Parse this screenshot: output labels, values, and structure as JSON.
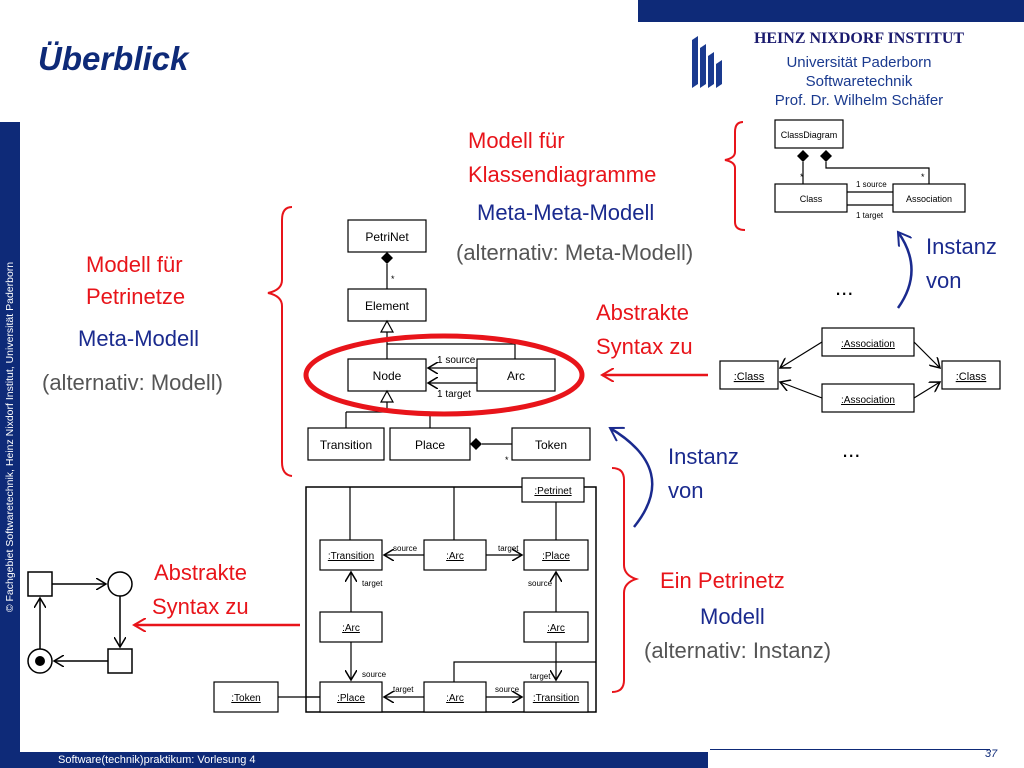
{
  "header": {
    "title": "Überblick",
    "institute": "HEINZ NIXDORF INSTITUT",
    "university": "Universität Paderborn",
    "department": "Softwaretechnik",
    "professor": "Prof. Dr. Wilhelm Schäfer"
  },
  "sidebar": {
    "copyright": "© Fachgebiet Softwaretechnik, Heinz Nixdorf Institut, Universität Paderborn"
  },
  "footer": {
    "course": "Software(technik)praktikum: Vorlesung 4",
    "page": "37"
  },
  "annotations": {
    "classdiagram_model_l1": "Modell für",
    "classdiagram_model_l2": "Klassendiagramme",
    "meta_meta_model": "Meta-Meta-Modell",
    "alt_meta_model": "(alternativ: Meta-Modell)",
    "petrinet_model_l1": "Modell für",
    "petrinet_model_l2": "Petrinetze",
    "meta_model": "Meta-Modell",
    "alt_model": "(alternativ: Modell)",
    "abstract_syntax_1_l1": "Abstrakte",
    "abstract_syntax_1_l2": "Syntax zu",
    "instance_of_1_l1": "Instanz",
    "instance_of_1_l2": "von",
    "instance_of_2_l1": "Instanz",
    "instance_of_2_l2": "von",
    "abstract_syntax_2_l1": "Abstrakte",
    "abstract_syntax_2_l2": "Syntax zu",
    "a_petrinet": "Ein Petrinetz",
    "model": "Modell",
    "alt_instance": "(alternativ: Instanz)",
    "ellipsis_1": "...",
    "ellipsis_2": "..."
  },
  "meta_meta_model": {
    "class_diagram": "ClassDiagram",
    "class": "Class",
    "association": "Association",
    "source_label": "1 source",
    "target_label": "1 target",
    "star": "*"
  },
  "meta_model": {
    "petrinet": "PetriNet",
    "element": "Element",
    "node": "Node",
    "arc": "Arc",
    "transition": "Transition",
    "place": "Place",
    "token": "Token",
    "source_label": "1 source",
    "target_label": "1 target",
    "star": "*"
  },
  "mm_instance": {
    "association_1": ":Association",
    "association_2": ":Association",
    "class_1": ":Class",
    "class_2": ":Class"
  },
  "petrinet_instance": {
    "petrinet": ":Petrinet",
    "transition_1": ":Transition",
    "arc_1": ":Arc",
    "place_1": ":Place",
    "arc_2": ":Arc",
    "arc_3": ":Arc",
    "token": ":Token",
    "place_2": ":Place",
    "arc_4": ":Arc",
    "transition_2": ":Transition",
    "source": "source",
    "target": "target"
  }
}
